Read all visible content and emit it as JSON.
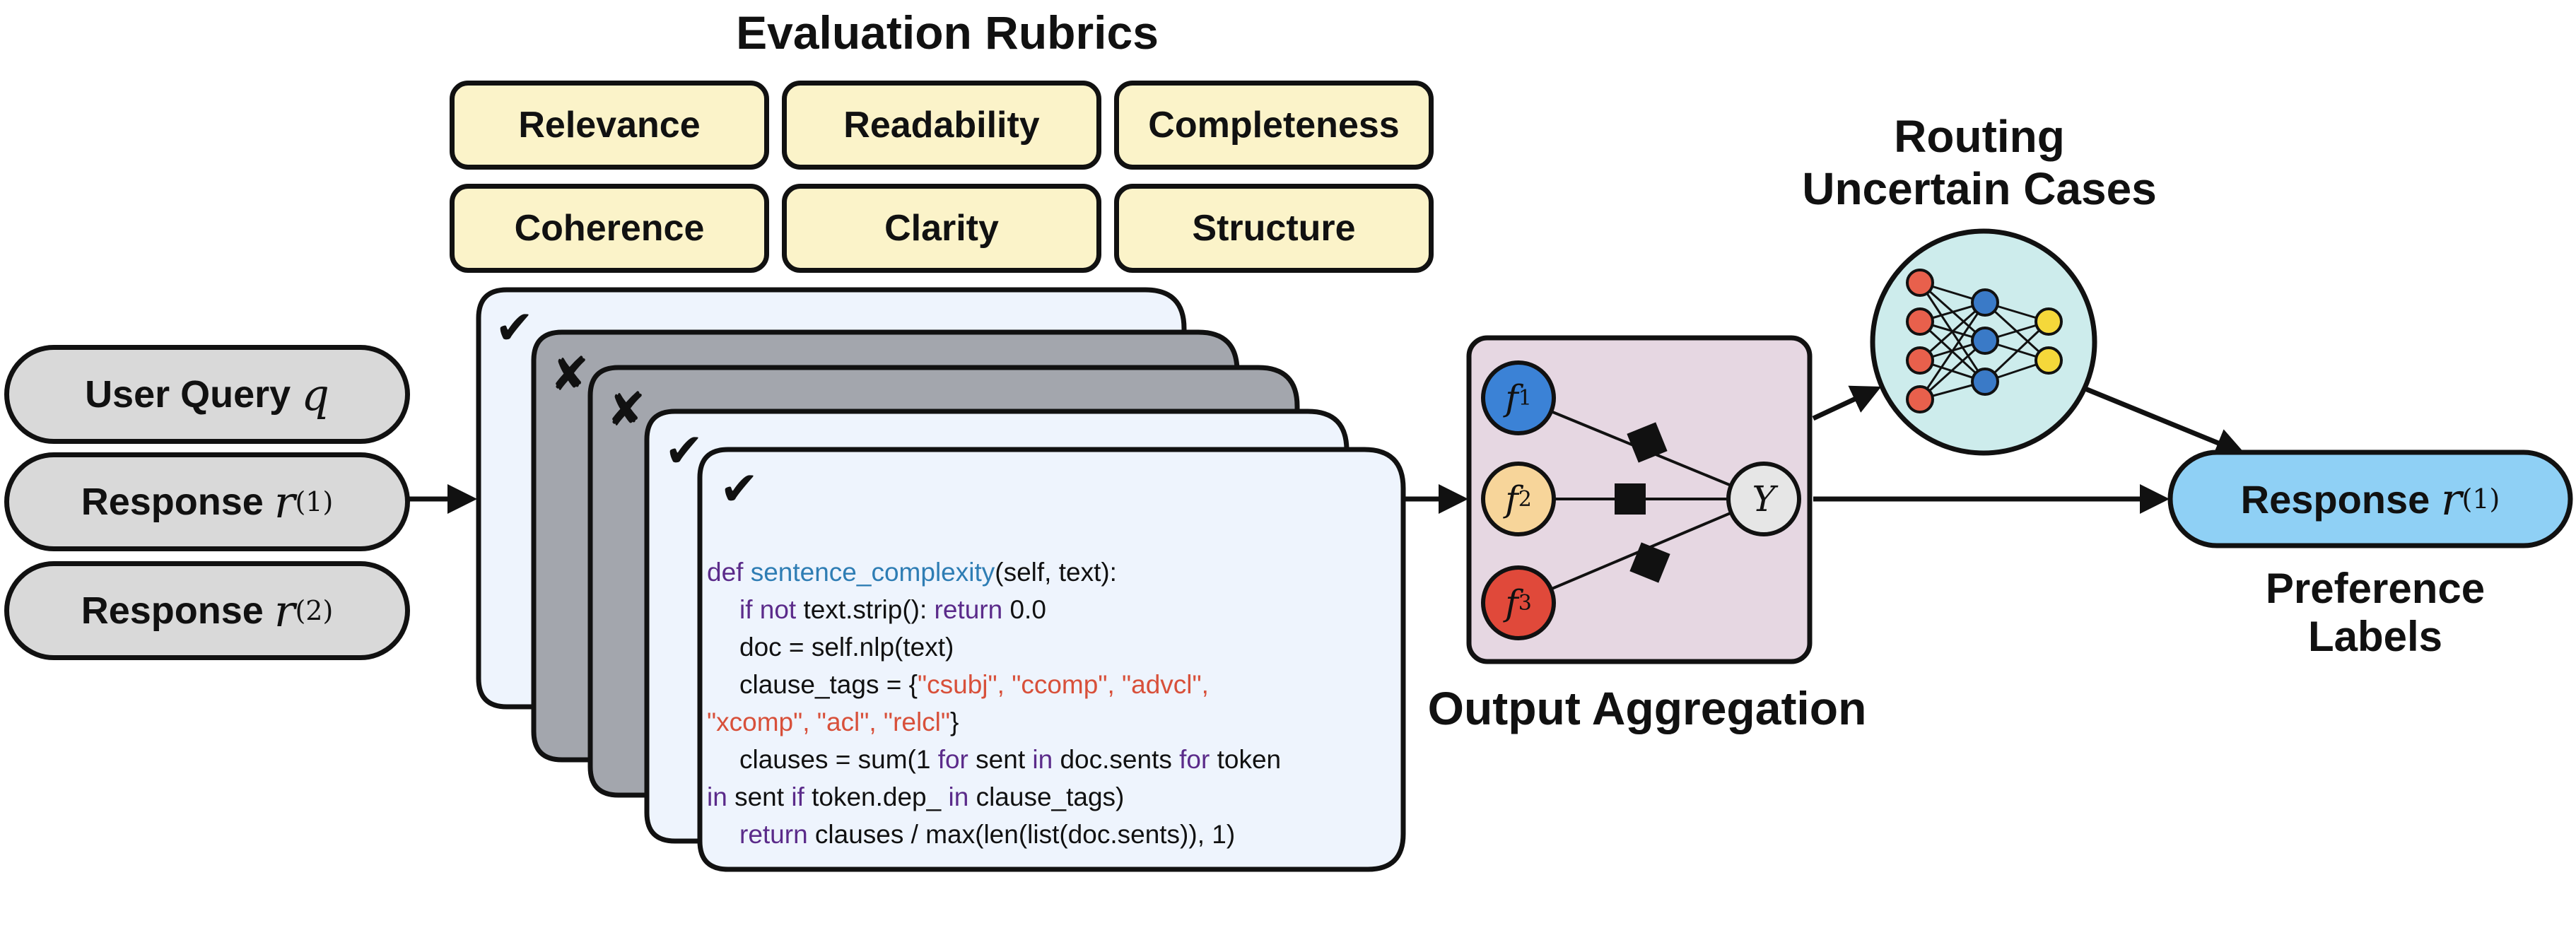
{
  "rubrics": {
    "title": "Evaluation Rubrics",
    "items": [
      "Relevance",
      "Readability",
      "Completeness",
      "Coherence",
      "Clarity",
      "Structure"
    ]
  },
  "inputs": {
    "query_label": "User Query",
    "query_symbol": "q",
    "response1_label": "Response",
    "response1_symbol": "r",
    "response1_sup": "(1)",
    "response2_label": "Response",
    "response2_symbol": "r",
    "response2_sup": "(2)"
  },
  "cards": {
    "marks": [
      "✔",
      "✘",
      "✘",
      "✔",
      "✔"
    ],
    "code": {
      "l1_def": "def ",
      "l1_fn": "sentence_complexity",
      "l1_rest": "(self, text):",
      "l2_kw1": "if not",
      "l2_mid": " text.strip(): ",
      "l2_kw2": "return",
      "l2_end": " 0.0",
      "l3": "doc = self.nlp(text)",
      "l4_start": "clause_tags = {",
      "l4_str": "\"csubj\", \"ccomp\", \"advcl\",",
      "l5_str": "\"xcomp\", \"acl\", \"relcl\"",
      "l5_end": "}",
      "l6_start": "clauses = sum(1 ",
      "l6_kw1": "for",
      "l6_mid1": " sent ",
      "l6_kw2": "in",
      "l6_mid2": " doc.sents ",
      "l6_kw3": "for",
      "l6_end": " token",
      "l7_kw1": "in",
      "l7_mid1": " sent ",
      "l7_kw2": "if",
      "l7_mid2": " token.dep_ ",
      "l7_kw3": "in",
      "l7_end": " clause_tags)",
      "l8_kw": "return",
      "l8_rest": " clauses / max(len(list(doc.sents)), 1)"
    }
  },
  "aggregation": {
    "title": "Output Aggregation",
    "nodes": [
      {
        "symbol": "f",
        "sub": "1",
        "color": "#3b82d6"
      },
      {
        "symbol": "f",
        "sub": "2",
        "color": "#f7d59a"
      },
      {
        "symbol": "f",
        "sub": "3",
        "color": "#e0493a"
      }
    ],
    "output_symbol": "Y",
    "box_color": "#e6d7e2"
  },
  "routing": {
    "title_line1": "Routing",
    "title_line2": "Uncertain Cases",
    "circle_color": "#cdecec",
    "layer_colors": [
      "#e8604c",
      "#3a7ac7",
      "#f5d83a"
    ]
  },
  "output": {
    "label": "Response",
    "symbol": "r",
    "sup": "(1)",
    "caption_line1": "Preference",
    "caption_line2": "Labels",
    "color": "#8fd0f5"
  }
}
